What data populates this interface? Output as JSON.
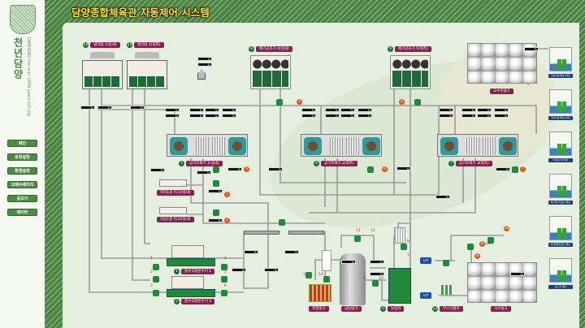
{
  "brand": {
    "name": "천년담양",
    "slogan": "DAMYANG the over 1000 years old city"
  },
  "title": "담양종합체육관 자동제어 시스템",
  "nav": [
    "메인",
    "운전설정",
    "환경설정",
    "오배수배치지",
    "공조기",
    "데이터"
  ],
  "unit": "%",
  "equipment": {
    "cooling_tower_1": {
      "num": "10",
      "label": "냉각탑 1(실내)"
    },
    "cooling_tower_2": {
      "num": "11",
      "label": "냉각탑 2(실외)"
    },
    "exhaust_1": {
      "num": "8",
      "label": "배기공조기 4(실내)"
    },
    "exhaust_2": {
      "num": "9",
      "label": "배기공조기 5(외측)"
    },
    "top_tank": {
      "label": "오수조탱크"
    },
    "ahu_1": {
      "num": "5",
      "label": "공기조화기 1(실내)"
    },
    "ahu_2": {
      "num": "6",
      "label": "공기조화기 2(외측)"
    },
    "ahu_3": {
      "num": "7",
      "label": "공기조화기 3(외측)"
    },
    "fcu_1": {
      "label": "지하1층 FCU(실내)"
    },
    "fcu_2": {
      "label": "지상1층 FCU(실내)"
    },
    "chiller_1": {
      "num": "1",
      "label": "흡수식냉온수기 1"
    },
    "chiller_2": {
      "num": "2",
      "label": "흡수식냉온수기 2"
    },
    "heater": {
      "label": "축열탱크"
    },
    "hot_water_tank": {
      "label": "급탕탱크"
    },
    "boiler": {
      "num": "0",
      "label": "보일러"
    },
    "booster": {
      "num": "12",
      "label": "부스터펌프"
    },
    "water_tank": {
      "label": "시수탱크"
    },
    "city_water": "시수"
  },
  "pits": [
    "지하1층 배수1(좌)",
    "지하1층 배수2(우)",
    "B1집수정 배수",
    "B1정수기집수 배수",
    "B1정화조집수 배수",
    "오수조 배수"
  ],
  "pump_nums": {
    "chiller": [
      "1",
      "2",
      "3",
      "4",
      "5",
      "6"
    ],
    "mid": [
      "13",
      "14",
      "11",
      "12",
      "9",
      "10",
      "8",
      "7"
    ],
    "orange": [
      "1",
      "2",
      "3",
      "4",
      "5",
      "6",
      "7",
      "8",
      "9",
      "10"
    ]
  }
}
